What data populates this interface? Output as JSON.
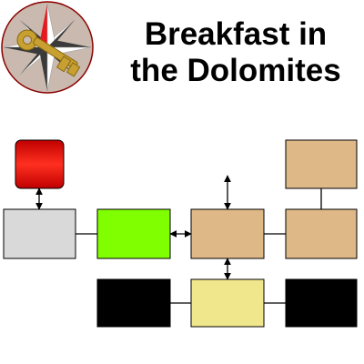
{
  "title": {
    "line1": "Breakfast in",
    "line2": "the Dolomites"
  },
  "logo": {
    "icon": "compass-rose-key-icon",
    "colors": {
      "circle_fill": "#C9B9AE",
      "circle_border": "#8B0000",
      "star_red": "#E8191E",
      "star_white": "#FFFFFF",
      "star_dark": "#3A3A3A",
      "key": "#C8A032"
    }
  },
  "rooms": [
    {
      "id": "red",
      "color": "#F00000",
      "gradient": true,
      "rounded": true
    },
    {
      "id": "gray",
      "color": "#D9D9D9"
    },
    {
      "id": "green",
      "color": "#7FFF00"
    },
    {
      "id": "tan-center",
      "color": "#DEB887"
    },
    {
      "id": "tan-right",
      "color": "#DEB887"
    },
    {
      "id": "tan-top-right",
      "color": "#DEB887"
    },
    {
      "id": "black-left",
      "color": "#000000"
    },
    {
      "id": "khaki",
      "color": "#F0E68C"
    },
    {
      "id": "black-right",
      "color": "#000000"
    }
  ],
  "connections": [
    {
      "from": "red",
      "to": "gray",
      "style": "double-arrow"
    },
    {
      "from": "gray",
      "to": "green",
      "style": "line"
    },
    {
      "from": "green",
      "to": "tan-center",
      "style": "double-arrow"
    },
    {
      "from": "tan-center",
      "to": "tan-right",
      "style": "line"
    },
    {
      "from": "tan-right",
      "to": "tan-top-right",
      "style": "line"
    },
    {
      "from": "tan-center",
      "to": "khaki",
      "style": "double-arrow"
    },
    {
      "from": "black-left",
      "to": "khaki",
      "style": "line"
    },
    {
      "from": "khaki",
      "to": "black-right",
      "style": "line"
    },
    {
      "from": "tan-center",
      "to": "offscreen-up",
      "style": "double-arrow"
    }
  ]
}
